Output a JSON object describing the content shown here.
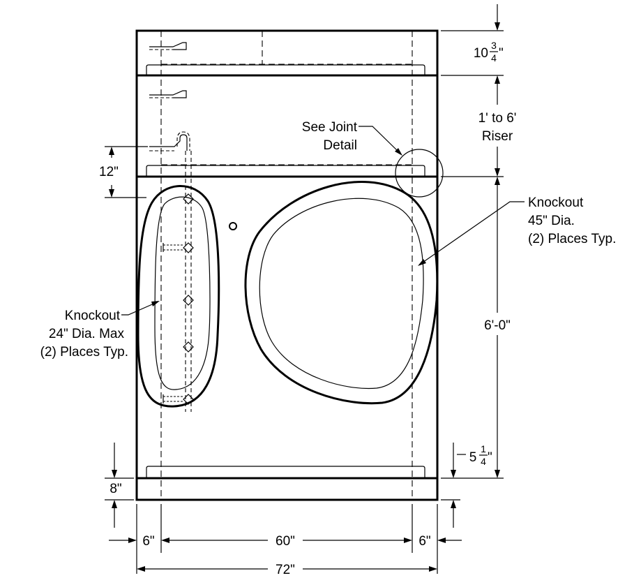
{
  "labels": {
    "joint": [
      "See Joint",
      "Detail"
    ],
    "knockout_large": [
      "Knockout",
      "45\" Dia.",
      "(2) Places Typ."
    ],
    "knockout_small": [
      "Knockout",
      "24\" Dia. Max",
      "(2) Places Typ."
    ]
  },
  "dimensions": {
    "top_height_whole": "10",
    "top_height_num": "3",
    "top_height_den": "4",
    "top_height_unit": "\"",
    "riser": [
      "1' to 6'",
      "Riser"
    ],
    "main_height": "6'-0\"",
    "bottom_offset_whole": "5",
    "bottom_offset_num": "1",
    "bottom_offset_den": "4",
    "bottom_offset_unit": "\"",
    "pipe_offset": "12\"",
    "base_height": "8\"",
    "left_edge": "6\"",
    "inner_width": "60\"",
    "right_edge": "6\"",
    "overall_width": "72\""
  }
}
